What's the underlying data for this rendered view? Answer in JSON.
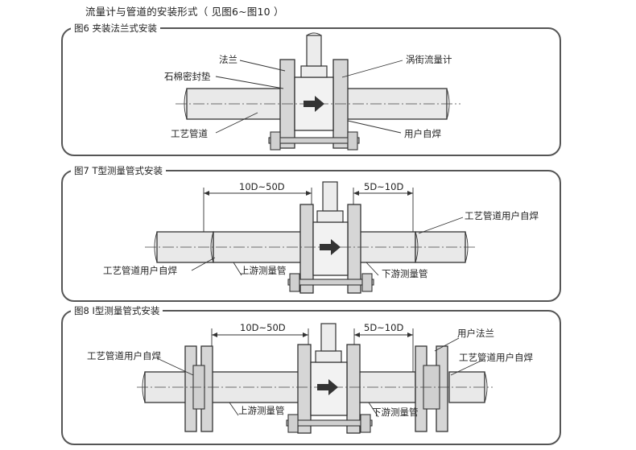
{
  "page_title": "流量计与管道的安装形式（ 见图6~图10 ）",
  "figures": [
    {
      "title": "图6 夹装法兰式安装",
      "labels": {
        "flange": "法兰",
        "gasket": "石棉密封垫",
        "meter": "涡街流量计",
        "process_pipe": "工艺管道",
        "user_weld": "用户自焊"
      }
    },
    {
      "title": "图7 T型测量管式安装",
      "labels": {
        "upstream_dim": "10D~50D",
        "downstream_dim": "5D~10D",
        "right_pipe": "工艺管道用户自焊",
        "left_pipe": "工艺管道用户自焊",
        "upstream_tube": "上游测量管",
        "downstream_tube": "下游测量管"
      }
    },
    {
      "title": "图8 I型测量管式安装",
      "labels": {
        "upstream_dim": "10D~50D",
        "downstream_dim": "5D~10D",
        "user_flange": "用户法兰",
        "left_pipe": "工艺管道用户自焊",
        "right_pipe": "工艺管道用户自焊",
        "upstream_tube": "上游测量管",
        "downstream_tube": "下游测量管"
      }
    }
  ],
  "colors": {
    "border": "#555555",
    "line": "#333333",
    "fill": "#e9e9e9",
    "arrow": "#333333"
  }
}
